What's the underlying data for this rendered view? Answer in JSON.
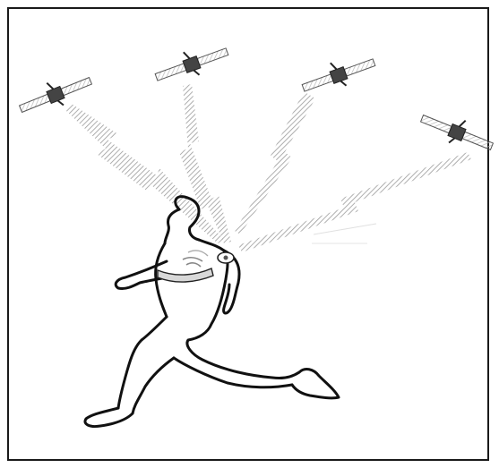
{
  "figure": {
    "description_icons": {
      "satellites": [
        "satellite-icon",
        "satellite-icon",
        "satellite-icon",
        "satellite-icon"
      ],
      "signals": [
        "signal-beam",
        "signal-beam",
        "signal-beam",
        "signal-beam"
      ],
      "runner": "runner-figure",
      "chest_strap": "heart-rate-chest-strap",
      "receiver": "gps-receiver-icon"
    },
    "colors": {
      "frame": "#1a1a1a",
      "outline": "#111111",
      "beam": "#9a9a9a",
      "satellite_body": "#444444",
      "satellite_panel": "#8a8a8a"
    }
  }
}
